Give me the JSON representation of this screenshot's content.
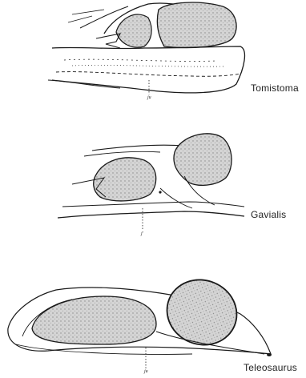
{
  "panels": [
    {
      "species": "Tomistoma",
      "marker": "ju"
    },
    {
      "species": "Gavialis",
      "marker": "j'"
    },
    {
      "species": "Teleosaurus",
      "marker": "ju"
    }
  ],
  "colors": {
    "ink": "#1a1a1a",
    "stipple": "#c9c9c9",
    "background": "#ffffff"
  }
}
